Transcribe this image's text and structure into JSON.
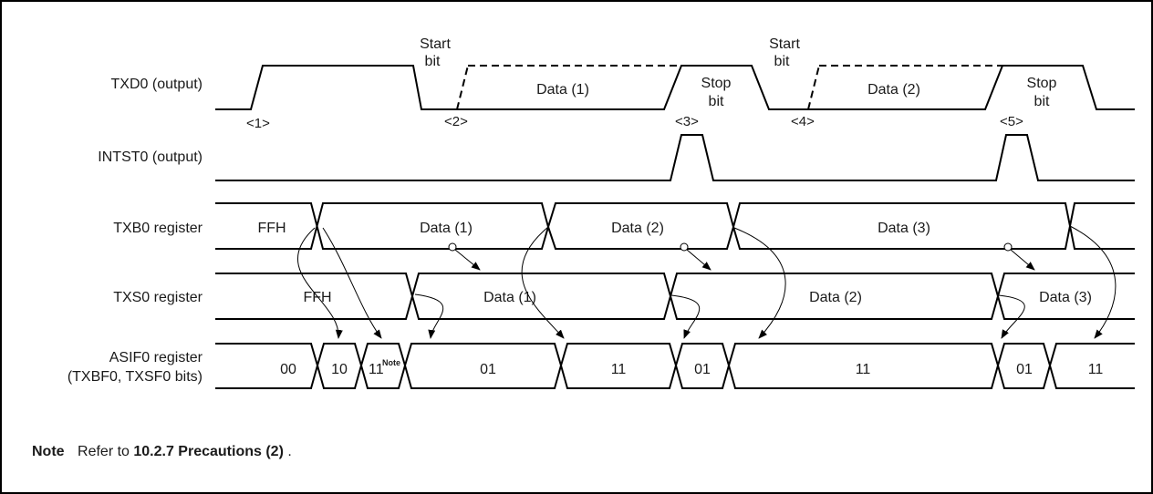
{
  "signals": {
    "txd0": "TXD0 (output)",
    "intst0": "INTST0 (output)",
    "txb0": "TXB0 register",
    "txs0": "TXS0 register",
    "asif0_line1": "ASIF0 register",
    "asif0_line2": "(TXBF0, TXSF0 bits)"
  },
  "txd0_labels": {
    "start_bit_1a": "Start",
    "start_bit_1b": "bit",
    "data1": "Data (1)",
    "stop_bit_1a": "Stop",
    "stop_bit_1b": "bit",
    "start_bit_2a": "Start",
    "start_bit_2b": "bit",
    "data2": "Data (2)",
    "stop_bit_2a": "Stop",
    "stop_bit_2b": "bit"
  },
  "markers": [
    "<1>",
    "<2>",
    "<3>",
    "<4>",
    "<5>"
  ],
  "txb0_values": [
    "FFH",
    "Data (1)",
    "Data (2)",
    "Data (3)"
  ],
  "txs0_values": [
    "FFH",
    "Data (1)",
    "Data (2)",
    "Data (3)"
  ],
  "asif0_values": [
    "00",
    "10",
    "11",
    "01",
    "11",
    "01",
    "11",
    "01",
    "11"
  ],
  "asif0_note_sup": "Note",
  "note": {
    "label": "Note",
    "text_prefix": "Refer to ",
    "ref": "10.2.7 Precautions (2)",
    "suffix": "."
  }
}
